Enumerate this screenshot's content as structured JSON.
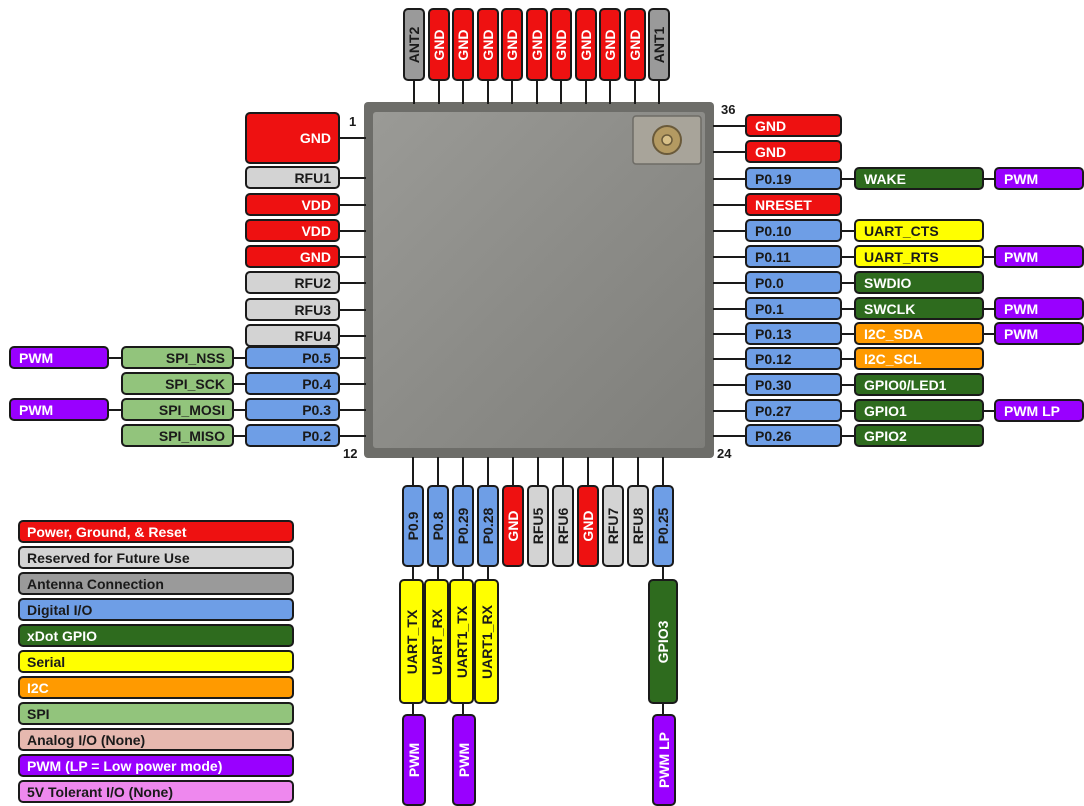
{
  "colors": {
    "power": "#ee1111",
    "reserved": "#d3d3d3",
    "antenna": "#9a9a9a",
    "digital": "#6e9ee6",
    "xdot": "#2e6b1e",
    "serial": "#ffff00",
    "i2c": "#ff9a00",
    "spi": "#92c47c",
    "analog": "#e6b8af",
    "pwm": "#9900ff",
    "tolerant": "#ee88ee",
    "module": "#8f8f8b"
  },
  "module": {
    "pin_first": "1",
    "pin_12": "12",
    "pin_24": "24",
    "pin_36": "36"
  },
  "top_pins": [
    {
      "text": "ANT2",
      "cat": "antenna"
    },
    {
      "text": "GND",
      "cat": "power"
    },
    {
      "text": "GND",
      "cat": "power"
    },
    {
      "text": "GND",
      "cat": "power"
    },
    {
      "text": "GND",
      "cat": "power"
    },
    {
      "text": "GND",
      "cat": "power"
    },
    {
      "text": "GND",
      "cat": "power"
    },
    {
      "text": "GND",
      "cat": "power"
    },
    {
      "text": "GND",
      "cat": "power"
    },
    {
      "text": "GND",
      "cat": "power"
    },
    {
      "text": "ANT1",
      "cat": "antenna"
    }
  ],
  "left_pins": [
    {
      "text": "GND",
      "cat": "power"
    },
    {
      "text": "RFU1",
      "cat": "reserved"
    },
    {
      "text": "VDD",
      "cat": "power"
    },
    {
      "text": "VDD",
      "cat": "power"
    },
    {
      "text": "GND",
      "cat": "power"
    },
    {
      "text": "RFU2",
      "cat": "reserved"
    },
    {
      "text": "RFU3",
      "cat": "reserved"
    },
    {
      "text": "RFU4",
      "cat": "reserved"
    },
    {
      "text": "P0.5",
      "cat": "digital",
      "spi": "SPI_NSS",
      "pwm": "PWM"
    },
    {
      "text": "P0.4",
      "cat": "digital",
      "spi": "SPI_SCK"
    },
    {
      "text": "P0.3",
      "cat": "digital",
      "spi": "SPI_MOSI",
      "pwm": "PWM"
    },
    {
      "text": "P0.2",
      "cat": "digital",
      "spi": "SPI_MISO"
    }
  ],
  "right_pins": [
    {
      "text": "GND",
      "cat": "power"
    },
    {
      "text": "GND",
      "cat": "power"
    },
    {
      "text": "P0.19",
      "cat": "digital",
      "func": "WAKE",
      "fcat": "xdot",
      "pwm": "PWM"
    },
    {
      "text": "NRESET",
      "cat": "power"
    },
    {
      "text": "P0.10",
      "cat": "digital",
      "func": "UART_CTS",
      "fcat": "serial"
    },
    {
      "text": "P0.11",
      "cat": "digital",
      "func": "UART_RTS",
      "fcat": "serial",
      "pwm": "PWM"
    },
    {
      "text": "P0.0",
      "cat": "digital",
      "func": "SWDIO",
      "fcat": "xdot"
    },
    {
      "text": "P0.1",
      "cat": "digital",
      "func": "SWCLK",
      "fcat": "xdot",
      "pwm": "PWM"
    },
    {
      "text": "P0.13",
      "cat": "digital",
      "func": "I2C_SDA",
      "fcat": "i2c",
      "pwm": "PWM"
    },
    {
      "text": "P0.12",
      "cat": "digital",
      "func": "I2C_SCL",
      "fcat": "i2c"
    },
    {
      "text": "P0.30",
      "cat": "digital",
      "func": "GPIO0/LED1",
      "fcat": "xdot"
    },
    {
      "text": "P0.27",
      "cat": "digital",
      "func": "GPIO1",
      "fcat": "xdot",
      "pwm": "PWM LP"
    },
    {
      "text": "P0.26",
      "cat": "digital",
      "func": "GPIO2",
      "fcat": "xdot"
    }
  ],
  "bottom_pins": [
    {
      "text": "P0.9",
      "cat": "digital",
      "func": "UART_TX",
      "fcat": "serial",
      "pwm": "PWM"
    },
    {
      "text": "P0.8",
      "cat": "digital",
      "func": "UART_RX",
      "fcat": "serial"
    },
    {
      "text": "P0.29",
      "cat": "digital",
      "func": "UART1_TX",
      "fcat": "serial",
      "pwm": "PWM"
    },
    {
      "text": "P0.28",
      "cat": "digital",
      "func": "UART1_RX",
      "fcat": "serial"
    },
    {
      "text": "GND",
      "cat": "power"
    },
    {
      "text": "RFU5",
      "cat": "reserved"
    },
    {
      "text": "RFU6",
      "cat": "reserved"
    },
    {
      "text": "GND",
      "cat": "power"
    },
    {
      "text": "RFU7",
      "cat": "reserved"
    },
    {
      "text": "RFU8",
      "cat": "reserved"
    },
    {
      "text": "P0.25",
      "cat": "digital",
      "func": "GPIO3",
      "fcat": "xdot",
      "pwm": "PWM LP"
    }
  ],
  "legend": [
    {
      "label": "Power, Ground, & Reset",
      "cat": "power",
      "light": true
    },
    {
      "label": "Reserved for Future Use",
      "cat": "reserved"
    },
    {
      "label": "Antenna Connection",
      "cat": "antenna"
    },
    {
      "label": "Digital I/O",
      "cat": "digital"
    },
    {
      "label": "xDot GPIO",
      "cat": "xdot",
      "light": true
    },
    {
      "label": "Serial",
      "cat": "serial"
    },
    {
      "label": "I2C",
      "cat": "i2c",
      "light": true
    },
    {
      "label": "SPI",
      "cat": "spi"
    },
    {
      "label": "Analog I/O (None)",
      "cat": "analog"
    },
    {
      "label": "PWM (LP = Low power mode)",
      "cat": "pwm",
      "light": true
    },
    {
      "label": "5V Tolerant I/O (None)",
      "cat": "tolerant"
    }
  ]
}
